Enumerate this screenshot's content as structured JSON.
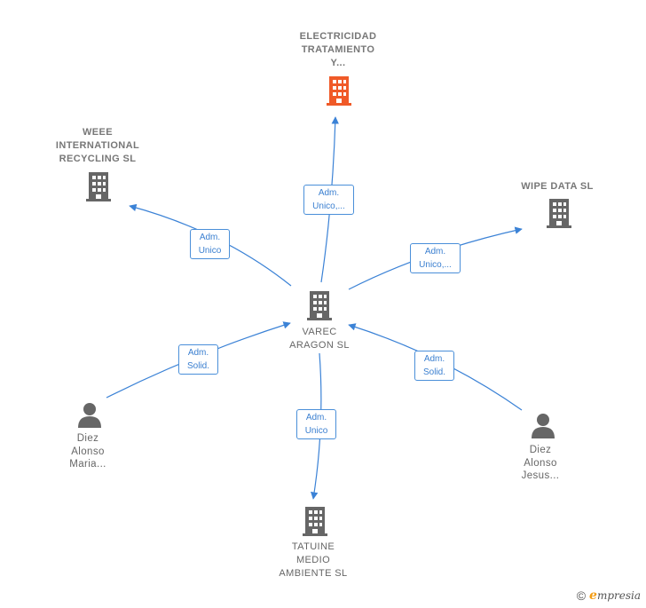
{
  "colors": {
    "edge": "#3b82d6",
    "building_default": "#666666",
    "building_highlight": "#f05a28",
    "person": "#666666",
    "label": "#666666"
  },
  "nodes": {
    "center": {
      "lines": [
        "VAREC",
        "ARAGON SL"
      ],
      "icon": "building-icon"
    },
    "electricidad": {
      "lines": [
        "ELECTRICIDAD",
        "TRATAMIENTO",
        "Y..."
      ],
      "icon": "building-icon",
      "highlighted": true
    },
    "weee": {
      "lines": [
        "WEEE",
        "INTERNATIONAL",
        "RECYCLING SL"
      ],
      "icon": "building-icon"
    },
    "wipe": {
      "lines": [
        "WIPE DATA  SL"
      ],
      "icon": "building-icon"
    },
    "tatuine": {
      "lines": [
        "TATUINE",
        "MEDIO",
        "AMBIENTE SL"
      ],
      "icon": "building-icon"
    },
    "maria": {
      "lines": [
        "Diez",
        "Alonso",
        "Maria..."
      ],
      "icon": "person-icon"
    },
    "jesus": {
      "lines": [
        "Diez",
        "Alonso",
        "Jesus..."
      ],
      "icon": "person-icon"
    }
  },
  "edges": {
    "to_electricidad": {
      "lines": [
        "Adm.",
        "Unico,..."
      ]
    },
    "to_weee": {
      "lines": [
        "Adm.",
        "Unico"
      ]
    },
    "to_wipe": {
      "lines": [
        "Adm.",
        "Unico,..."
      ]
    },
    "to_tatuine": {
      "lines": [
        "Adm.",
        "Unico"
      ]
    },
    "from_maria": {
      "lines": [
        "Adm.",
        "Solid."
      ]
    },
    "from_jesus": {
      "lines": [
        "Adm.",
        "Solid."
      ]
    }
  },
  "brand": {
    "copyright": "©",
    "name_initial": "e",
    "name_rest": "mpresia"
  }
}
